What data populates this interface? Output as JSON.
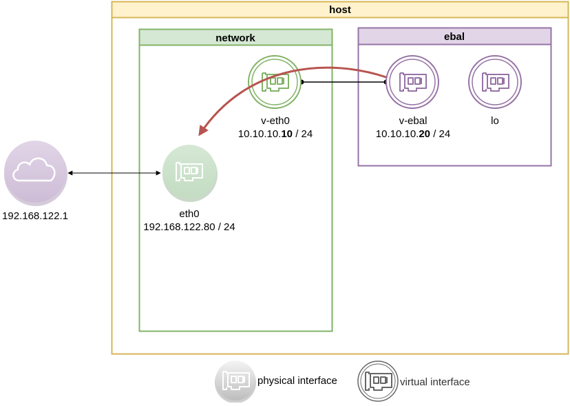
{
  "containers": {
    "host": {
      "title": "host"
    },
    "network": {
      "title": "network"
    },
    "ebal": {
      "title": "ebal"
    }
  },
  "nodes": {
    "cloud": {
      "ip": "192.168.122.1"
    },
    "eth0": {
      "name": "eth0",
      "ip": "192.168.122.80 / 24"
    },
    "v_eth0": {
      "name": "v-eth0",
      "ip_prefix": "10.10.10.",
      "ip_host": "10",
      "ip_suffix": " / 24"
    },
    "v_ebal": {
      "name": "v-ebal",
      "ip_prefix": "10.10.10.",
      "ip_host": "20",
      "ip_suffix": " / 24"
    },
    "lo": {
      "name": "lo"
    }
  },
  "legend": {
    "physical": "physical interface",
    "virtual": "virtual interface"
  },
  "colors": {
    "host_fill": "#fff2cc",
    "host_stroke": "#d6b656",
    "network_fill": "#d5e8d4",
    "network_stroke": "#82b366",
    "ebal_fill": "#e1d5e7",
    "ebal_stroke": "#9673a6",
    "arrow_red": "#b85450"
  }
}
